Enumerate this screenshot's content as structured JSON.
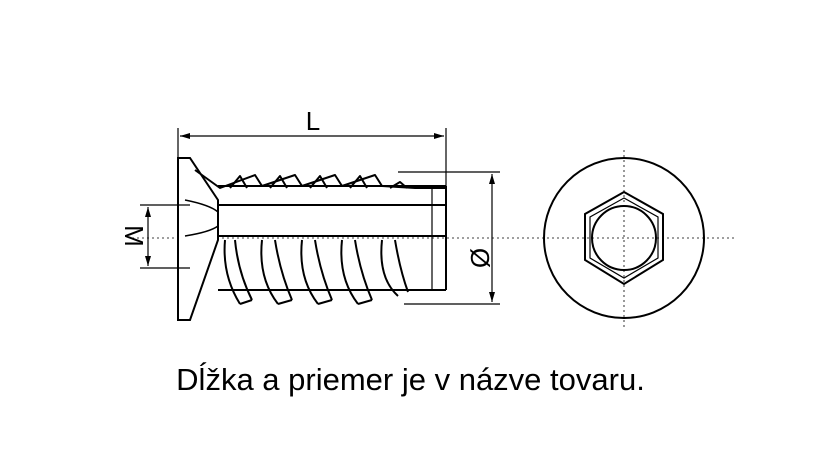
{
  "labels": {
    "length": "L",
    "thread_m": "M",
    "diameter": "Ø"
  },
  "caption": "Dĺžka a priemer je v názve tovaru."
}
